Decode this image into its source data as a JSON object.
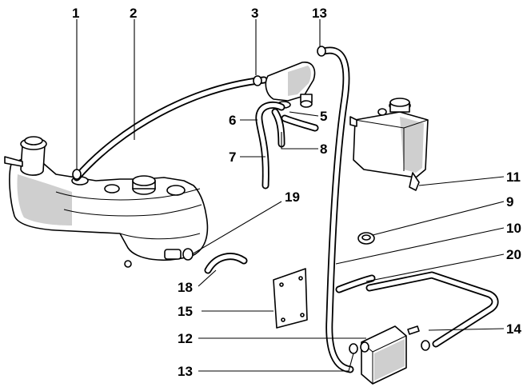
{
  "callouts": [
    {
      "id": "1",
      "label": "1"
    },
    {
      "id": "2",
      "label": "2"
    },
    {
      "id": "3",
      "label": "3"
    },
    {
      "id": "13a",
      "label": "13"
    },
    {
      "id": "6",
      "label": "6"
    },
    {
      "id": "5",
      "label": "5"
    },
    {
      "id": "7",
      "label": "7"
    },
    {
      "id": "8",
      "label": "8"
    },
    {
      "id": "11",
      "label": "11"
    },
    {
      "id": "19",
      "label": "19"
    },
    {
      "id": "9",
      "label": "9"
    },
    {
      "id": "10",
      "label": "10"
    },
    {
      "id": "20",
      "label": "20"
    },
    {
      "id": "18",
      "label": "18"
    },
    {
      "id": "15",
      "label": "15"
    },
    {
      "id": "14",
      "label": "14"
    },
    {
      "id": "12",
      "label": "12"
    },
    {
      "id": "13b",
      "label": "13"
    }
  ]
}
